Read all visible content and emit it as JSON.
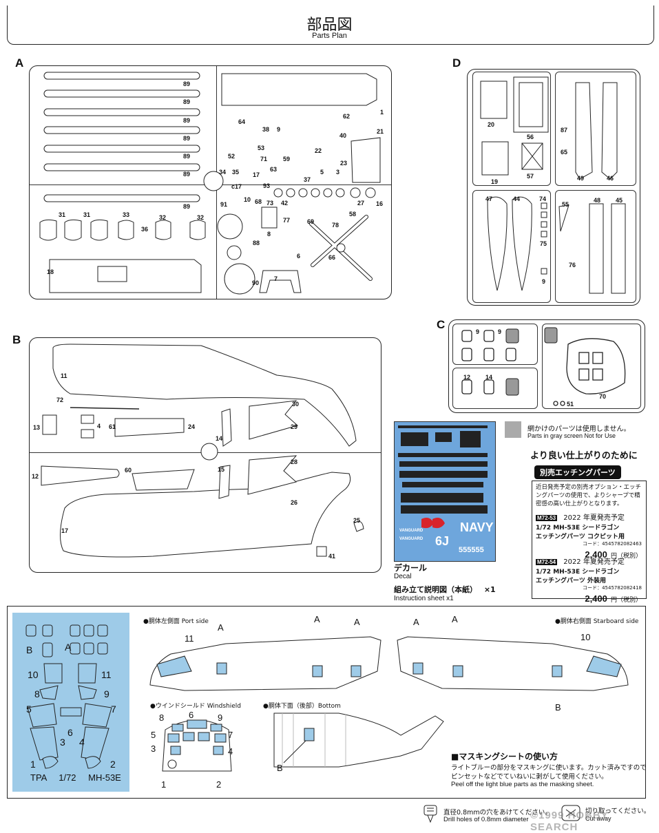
{
  "header": {
    "title_jp": "部品図",
    "title_en": "Parts Plan"
  },
  "sprues": {
    "A": {
      "letter": "A",
      "rotor_blade_label": "89",
      "part_numbers": [
        "1",
        "21",
        "62",
        "64",
        "38",
        "9",
        "40",
        "52",
        "53",
        "22",
        "71",
        "59",
        "23",
        "63",
        "34",
        "35",
        "17",
        "5",
        "3",
        "37",
        "93",
        "c17",
        "10",
        "68",
        "73",
        "42",
        "27",
        "16",
        "91",
        "8",
        "77",
        "69",
        "78",
        "58",
        "88",
        "6",
        "66",
        "90",
        "7",
        "31",
        "33",
        "36",
        "32",
        "18"
      ]
    },
    "B": {
      "letter": "B",
      "part_numbers": [
        "11",
        "72",
        "13",
        "4",
        "61",
        "24",
        "14",
        "30",
        "29",
        "12",
        "60",
        "15",
        "28",
        "26",
        "17",
        "25",
        "41"
      ]
    },
    "C": {
      "letter": "C",
      "part_numbers": [
        "9",
        "9",
        "12",
        "14",
        "70",
        "51"
      ]
    },
    "D": {
      "letter": "D",
      "part_numbers": [
        "20",
        "56",
        "87",
        "65",
        "19",
        "57",
        "49",
        "46",
        "47",
        "44",
        "74",
        "55",
        "48",
        "45",
        "75",
        "76",
        "9"
      ]
    }
  },
  "decal": {
    "title_jp": "デカール",
    "title_en": "Decal",
    "navy_text": "NAVY",
    "vanguard_text": "VANGUARD",
    "code_text": "6J",
    "serial_text": "555555"
  },
  "instruction": {
    "text_jp": "組み立て説明図（本紙）",
    "count": "×1",
    "text_en": "Instruction sheet x1"
  },
  "gray_notice": {
    "jp": "網かけのパーツは使用しません。",
    "en": "Parts in gray screen Not for Use"
  },
  "etching": {
    "heading": "より良い仕上がりのために",
    "badge": "別売エッチングパーツ",
    "intro": "近日発売予定の別売オプション・エッチングパーツの使用で、よりシャープで精密感の高い仕上がりとなります。",
    "products": [
      {
        "code": "M72-53",
        "release": "2022 年夏発売予定",
        "name1": "1/72 MH-53E シードラゴン",
        "name2": "エッチングパーツ コクピット用",
        "barcode": "コード：4545782082463",
        "price": "2,400",
        "unit": "円（税別）"
      },
      {
        "code": "M72-54",
        "release": "2022 年夏発売予定",
        "name1": "1/72 MH-53E シードラゴン",
        "name2": "エッチングパーツ 外装用",
        "barcode": "コード：4545782082418",
        "price": "2,400",
        "unit": "円（税別）"
      }
    ]
  },
  "masking": {
    "sheet_footer": [
      "TPA",
      "1/72",
      "MH-53E"
    ],
    "sheet_labels": [
      "B",
      "A",
      "10",
      "11",
      "8",
      "9",
      "5",
      "7",
      "6",
      "3",
      "4",
      "1",
      "2"
    ],
    "port_side": "●胴体左側面 Port side",
    "starboard_side": "●胴体右側面 Starboard side",
    "windshield": "●ウインドシールド Windshield",
    "bottom": "●胴体下面（後部）Bottom",
    "port_labels": [
      "11",
      "A",
      "A",
      "A"
    ],
    "starboard_labels": [
      "A",
      "A",
      "10",
      "B"
    ],
    "windshield_labels": [
      "8",
      "6",
      "9",
      "5",
      "7",
      "3",
      "4",
      "1",
      "2"
    ],
    "bottom_label": "B",
    "usage_title": "■マスキングシートの使い方",
    "usage_jp1": "ライトブルーの部分をマスキングに使います。カット済みですので",
    "usage_jp2": "ピンセットなどでていねいに剥がして使用ください。",
    "usage_en": "Peel off the light blue parts as the masking sheet."
  },
  "footer": {
    "drill_jp": "直径0.8mmの穴をあけてください。",
    "drill_en": "Drill holes of 0.8mm diameter",
    "cut_jp": "切り取ってください。",
    "cut_en": "Cut away",
    "watermark": "©1999 HOBBY SEARCH"
  }
}
